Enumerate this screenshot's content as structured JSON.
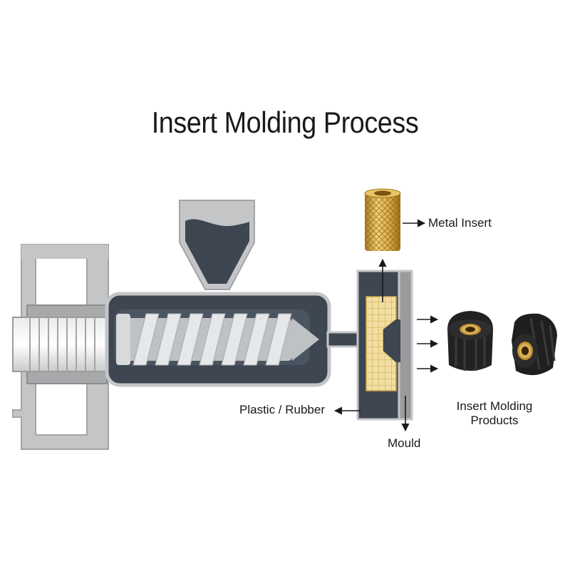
{
  "title": "Insert Molding Process",
  "labels": {
    "metal_insert": "Metal Insert",
    "plastic_rubber": "Plastic / Rubber",
    "mould": "Mould",
    "products_line1": "Insert Molding",
    "products_line2": "Products"
  },
  "colors": {
    "frame_gray": "#c4c5c7",
    "frame_stroke": "#a3a4a6",
    "barrel_dark": "#3d4651",
    "screw_light": "#bfc2c5",
    "screw_flight": "#e6e7e8",
    "insert_gold": "#d4a73a",
    "mould_plate": "#9a9b9d",
    "product_black": "#222222",
    "brass": "#c99a3a"
  }
}
